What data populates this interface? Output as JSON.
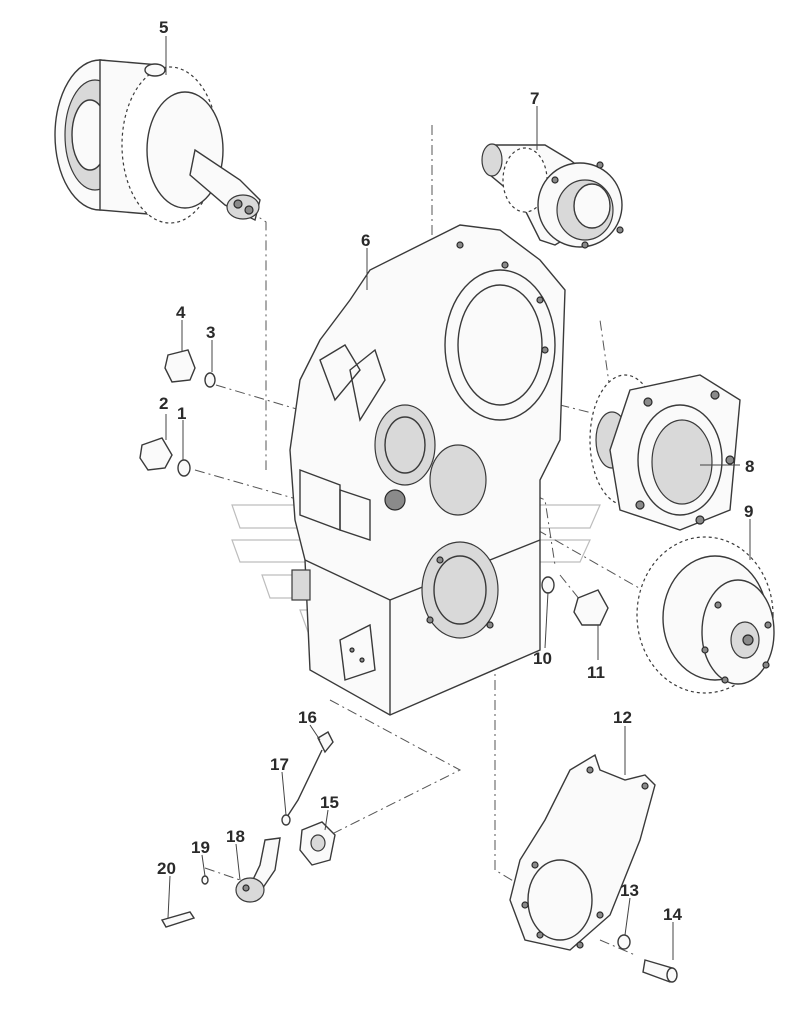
{
  "diagram": {
    "part_labels": [
      "1",
      "2",
      "3",
      "4",
      "5",
      "6",
      "7",
      "8",
      "9",
      "10",
      "11",
      "12",
      "13",
      "14",
      "15",
      "16",
      "17",
      "18",
      "19",
      "20"
    ]
  }
}
